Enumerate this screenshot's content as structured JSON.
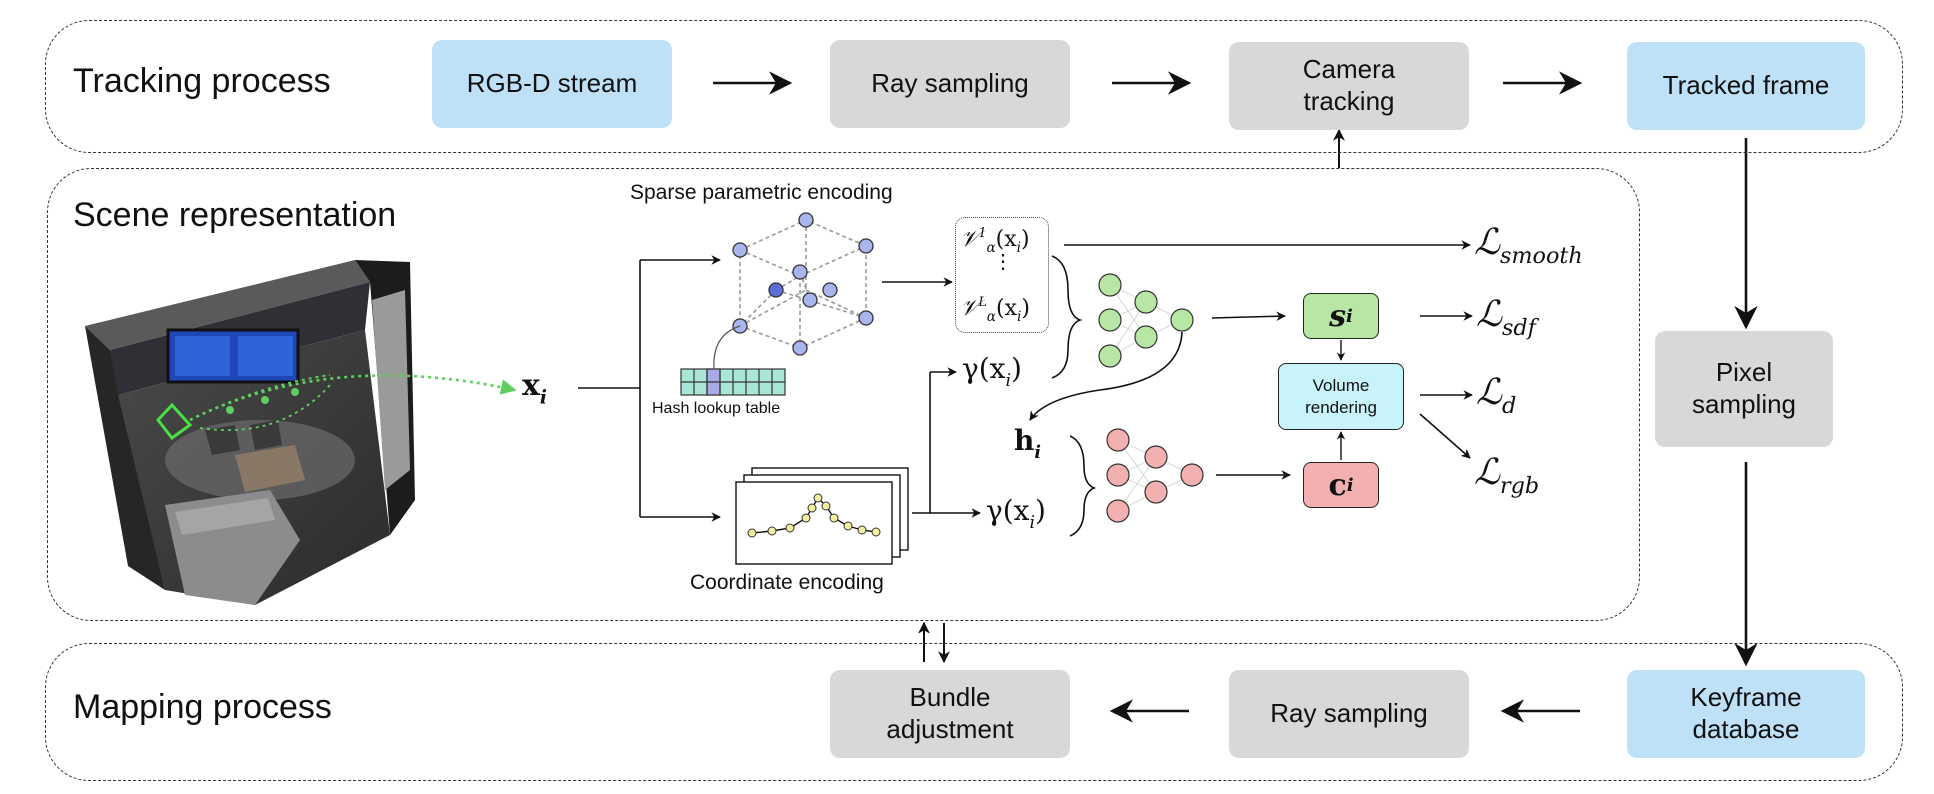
{
  "regions": {
    "tracking": "Tracking process",
    "scene": "Scene representation",
    "mapping": "Mapping process"
  },
  "tracking_boxes": {
    "rgbd": "RGB-D stream",
    "ray": "Ray sampling",
    "camera": "Camera\ntracking",
    "tracked": "Tracked frame"
  },
  "side_boxes": {
    "pixel": "Pixel\nsampling"
  },
  "mapping_boxes": {
    "keyframe": "Keyframe\ndatabase",
    "ray": "Ray sampling",
    "bundle": "Bundle\nadjustment"
  },
  "scene": {
    "sparse_label": "Sparse parametric encoding",
    "hash_label": "Hash lookup table",
    "coord_label": "Coordinate encoding",
    "xi": "x",
    "xi_sub": "i",
    "v1": "𝒱",
    "v1_sup": "1",
    "v_sub": "α",
    "vL_sup": "L",
    "v_arg": "(x",
    "v_arg_sub": "i",
    "v_close": ")",
    "gamma": "γ(x",
    "gamma_sub": "i",
    "gamma_close": ")",
    "h": "h",
    "h_sub": "i",
    "s": "s",
    "s_sub": "i",
    "c": "c",
    "c_sub": "i",
    "volume_rendering": "Volume\nrendering"
  },
  "losses": {
    "smooth": "smooth",
    "sdf": "sdf",
    "d": "d",
    "rgb": "rgb",
    "symbol": "ℒ"
  },
  "colors": {
    "blue_box": "#bfe1f7",
    "gray_box": "#d8d8d8",
    "green_node": "#b7e6a5",
    "red_node": "#f2b0b0",
    "cyan_box": "#c9f3fb",
    "grid_node": "#a9b6ee"
  }
}
